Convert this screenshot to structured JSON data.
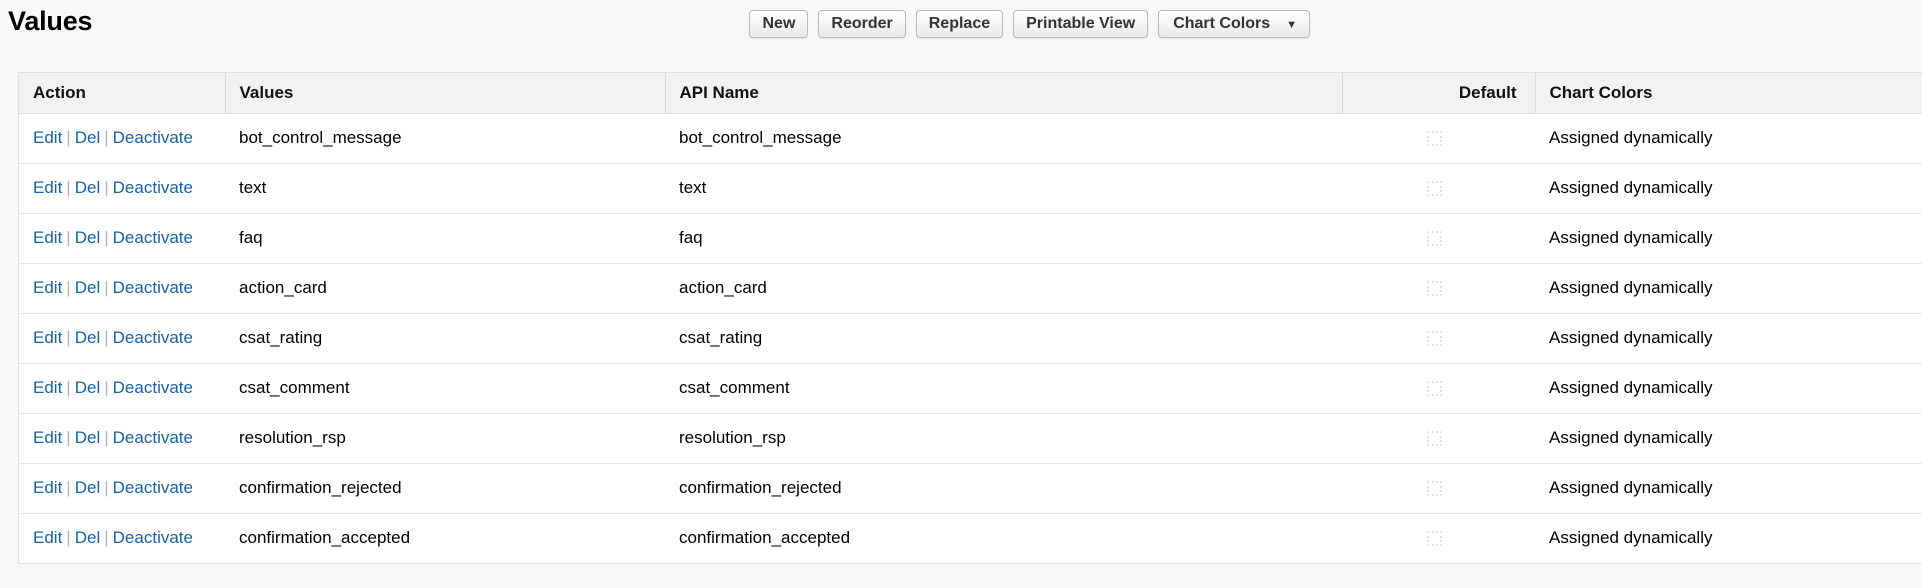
{
  "header": {
    "title": "Values",
    "buttons": [
      {
        "label": "New",
        "name": "new-button"
      },
      {
        "label": "Reorder",
        "name": "reorder-button"
      },
      {
        "label": "Replace",
        "name": "replace-button"
      },
      {
        "label": "Printable View",
        "name": "printable-view-button"
      }
    ],
    "dropdown": {
      "label": "Chart Colors",
      "caret": "▼"
    }
  },
  "table": {
    "columns": [
      {
        "label": "Action"
      },
      {
        "label": "Values"
      },
      {
        "label": "API Name"
      },
      {
        "label": "Default"
      },
      {
        "label": "Chart Colors"
      }
    ],
    "row_actions": {
      "edit": "Edit",
      "del": "Del",
      "deactivate": "Deactivate",
      "separator": "|"
    },
    "rows": [
      {
        "value": "bot_control_message",
        "api_name": "bot_control_message",
        "default": false,
        "chart_color": "Assigned dynamically"
      },
      {
        "value": "text",
        "api_name": "text",
        "default": false,
        "chart_color": "Assigned dynamically"
      },
      {
        "value": "faq",
        "api_name": "faq",
        "default": false,
        "chart_color": "Assigned dynamically"
      },
      {
        "value": "action_card",
        "api_name": "action_card",
        "default": false,
        "chart_color": "Assigned dynamically"
      },
      {
        "value": "csat_rating",
        "api_name": "csat_rating",
        "default": false,
        "chart_color": "Assigned dynamically"
      },
      {
        "value": "csat_comment",
        "api_name": "csat_comment",
        "default": false,
        "chart_color": "Assigned dynamically"
      },
      {
        "value": "resolution_rsp",
        "api_name": "resolution_rsp",
        "default": false,
        "chart_color": "Assigned dynamically"
      },
      {
        "value": "confirmation_rejected",
        "api_name": "confirmation_rejected",
        "default": false,
        "chart_color": "Assigned dynamically"
      },
      {
        "value": "confirmation_accepted",
        "api_name": "confirmation_accepted",
        "default": false,
        "chart_color": "Assigned dynamically"
      }
    ]
  },
  "colors": {
    "link": "#1763a6",
    "header_bg": "#f1f2f2",
    "page_bg": "#f8f8f8",
    "row_border": "#e8e8e8"
  }
}
